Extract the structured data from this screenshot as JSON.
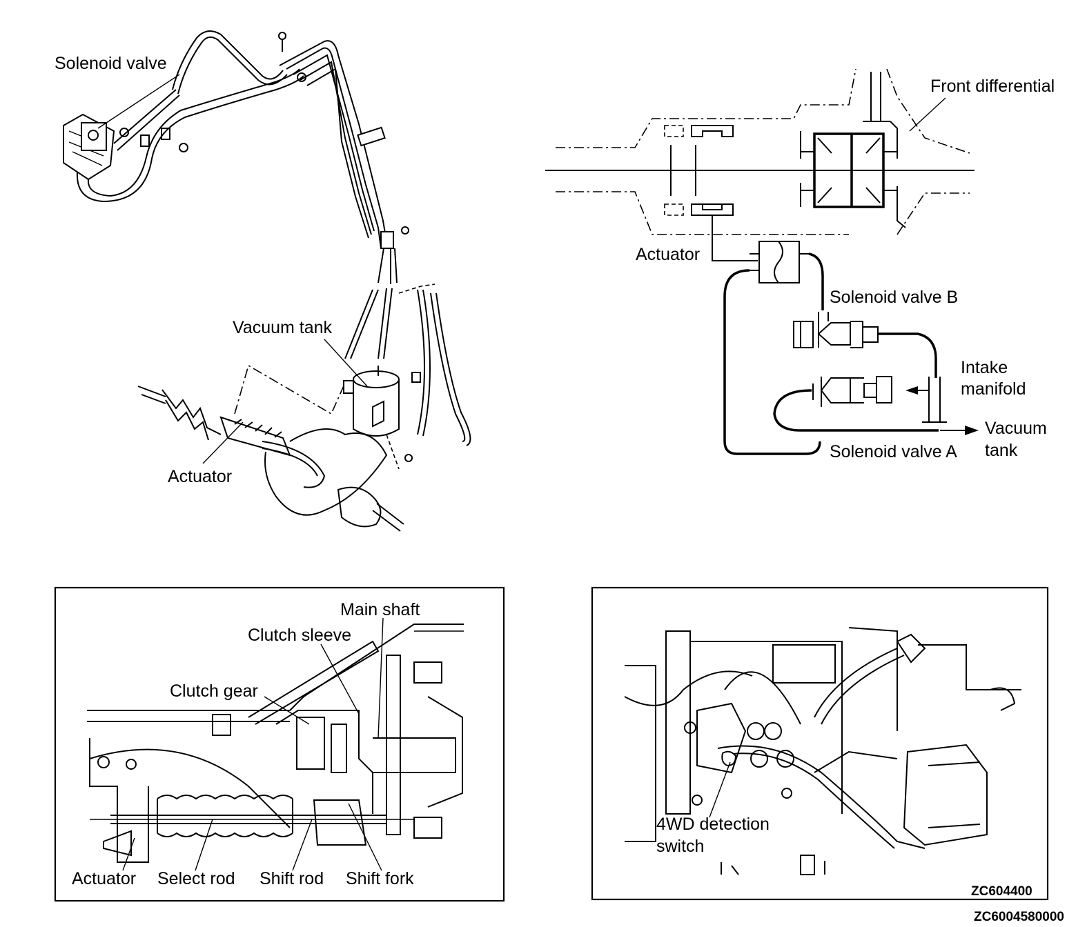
{
  "labels": {
    "tl_solenoid_valve": "Solenoid valve",
    "tl_vacuum_tank": "Vacuum tank",
    "tl_actuator": "Actuator",
    "tr_front_differential": "Front differential",
    "tr_actuator": "Actuator",
    "tr_solenoid_valve_b": "Solenoid valve B",
    "tr_intake_line1": "Intake",
    "tr_intake_line2": "manifold",
    "tr_vacuum_line1": "Vacuum",
    "tr_vacuum_line2": "tank",
    "tr_solenoid_valve_a": "Solenoid valve A",
    "bl_main_shaft": "Main shaft",
    "bl_clutch_sleeve": "Clutch sleeve",
    "bl_clutch_gear": "Clutch gear",
    "bl_actuator": "Actuator",
    "bl_select_rod": "Select rod",
    "bl_shift_rod": "Shift rod",
    "bl_shift_fork": "Shift fork",
    "br_4wd_line1": "4WD detection",
    "br_4wd_line2": "switch",
    "br_code": "ZC604400",
    "page_code": "ZC6004580000"
  }
}
